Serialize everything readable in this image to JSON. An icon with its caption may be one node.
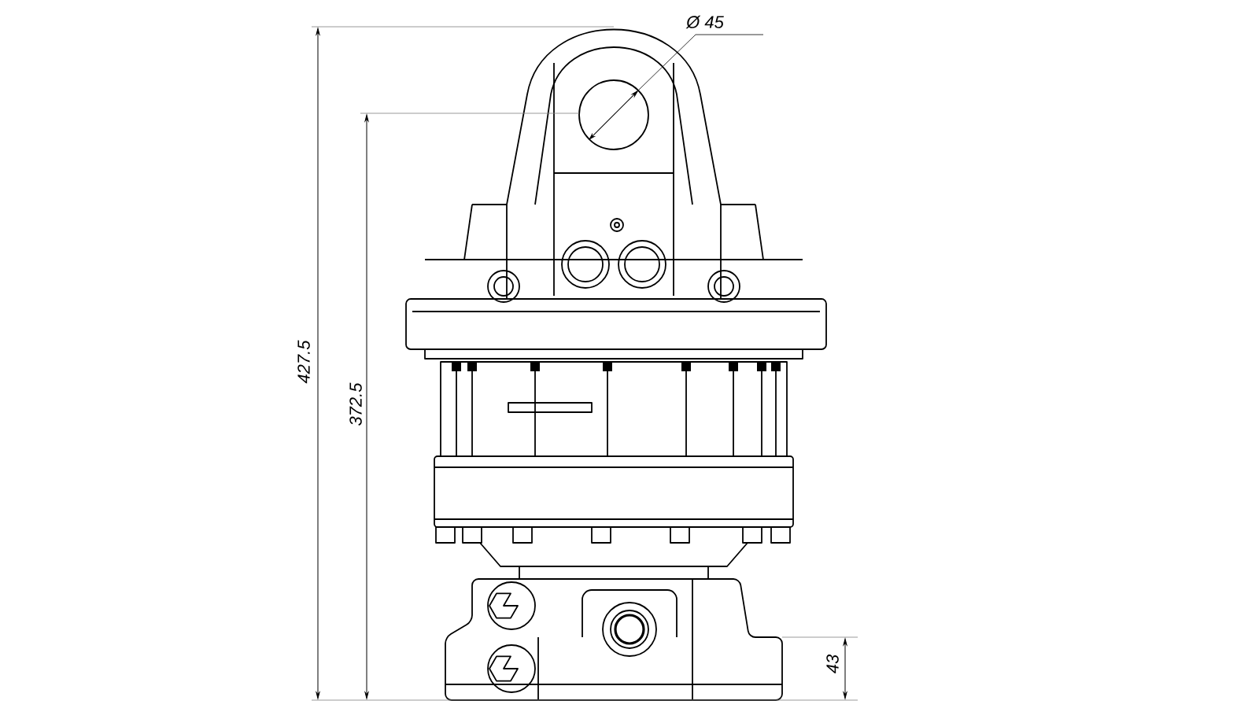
{
  "diagram": {
    "labels": [
      "Ø 45",
      "427.5",
      "372.5",
      "43"
    ]
  }
}
